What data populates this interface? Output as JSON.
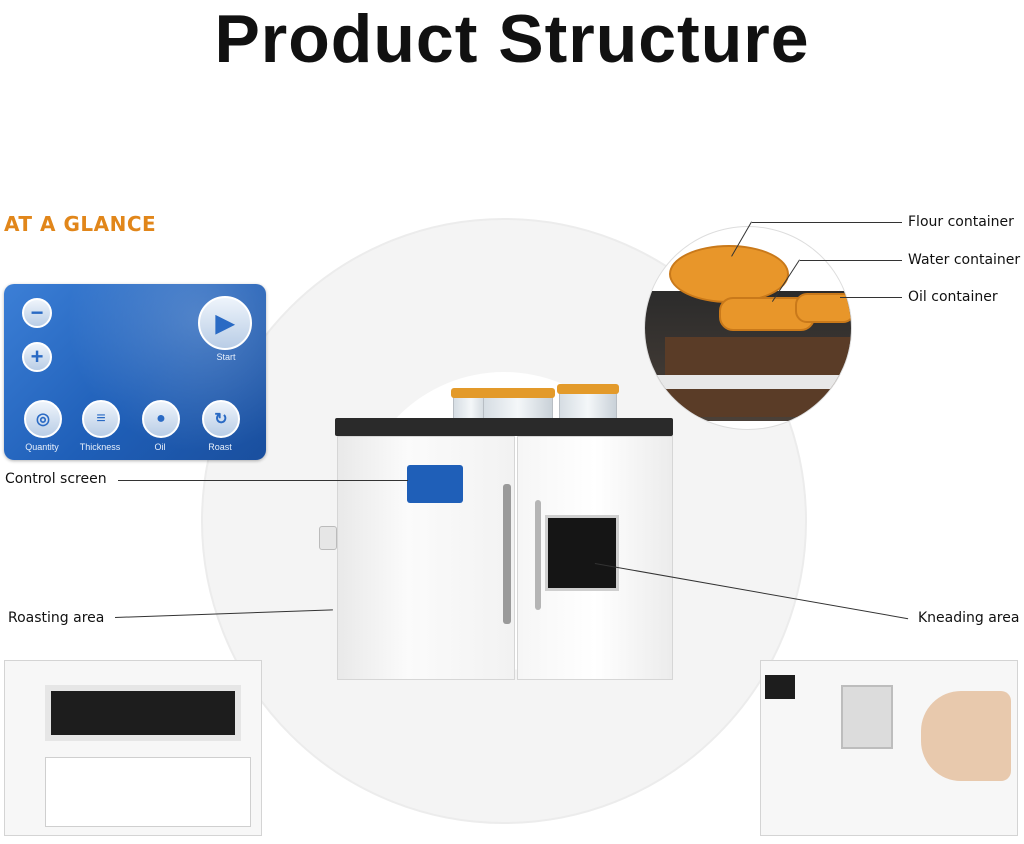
{
  "title": "Product Structure",
  "section_heading": "AT A GLANCE",
  "control_panel": {
    "buttons": [
      {
        "icon": "minus-icon"
      },
      {
        "icon": "plus-icon"
      },
      {
        "icon": "play-icon",
        "label": "Start"
      },
      {
        "icon": "quantity-icon",
        "label": "Quantity"
      },
      {
        "icon": "thickness-icon",
        "label": "Thickness"
      },
      {
        "icon": "oil-drop-icon",
        "label": "Oil"
      },
      {
        "icon": "roast-icon",
        "label": "Roast"
      }
    ]
  },
  "labels": {
    "flour": "Flour container",
    "water": "Water container",
    "oil": "Oil container",
    "control_screen": "Control screen",
    "roasting_area": "Roasting area",
    "kneading_area": "Kneading area"
  },
  "colors": {
    "accent": "#e1861a",
    "panel_blue": "#1f5fb8",
    "container_lid": "#e8962a"
  }
}
